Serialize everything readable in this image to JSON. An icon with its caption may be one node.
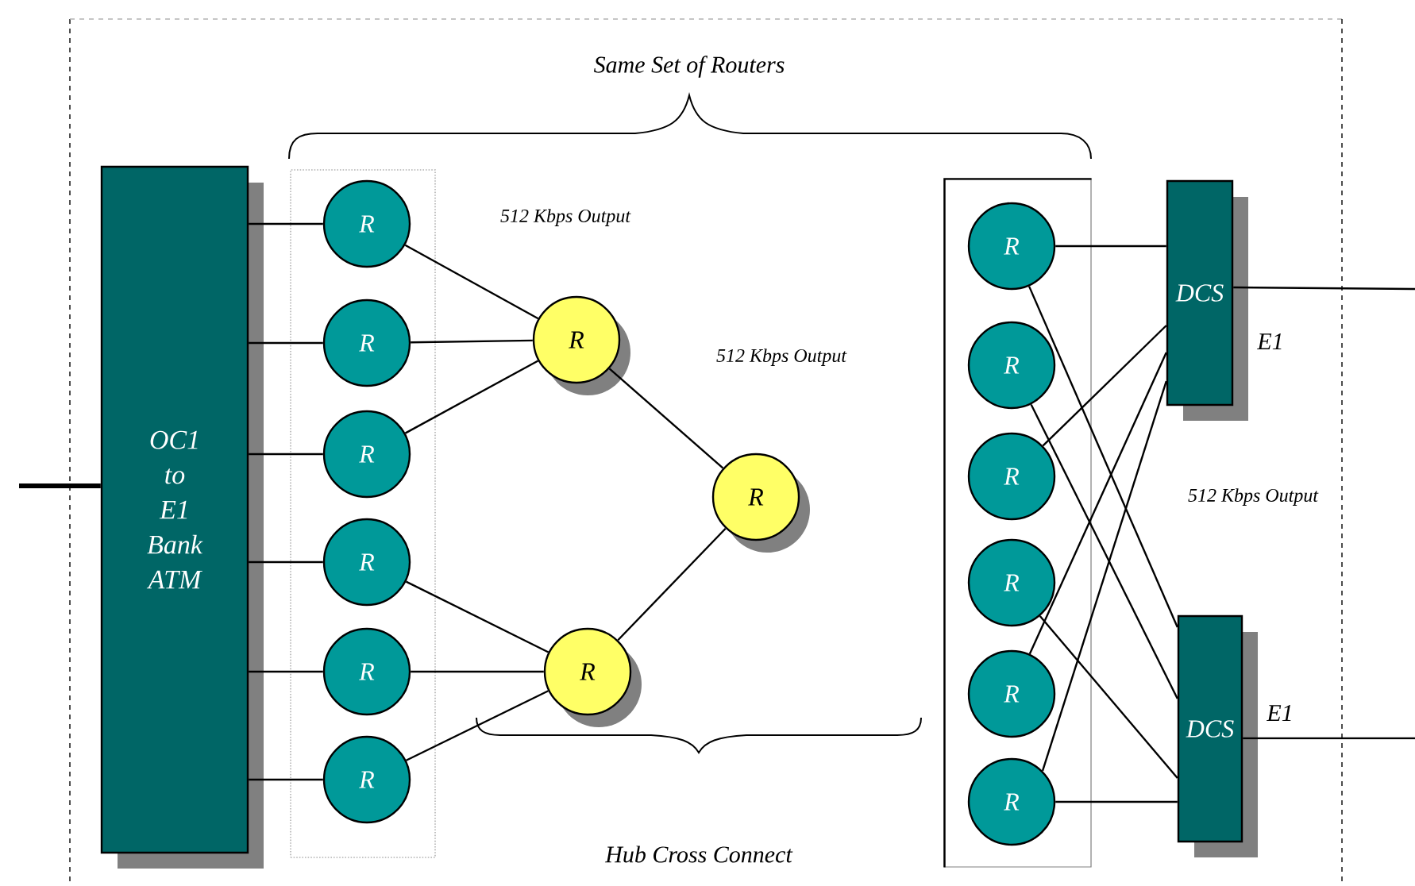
{
  "diagram": {
    "nodes": [
      {
        "text": [
          "OC1 to E1 Bank ATM"
        ]
      },
      {
        "text": [],
        "shape": "box"
      },
      {
        "text": [
          "R"
        ],
        "in": 1
      },
      {
        "text": [
          "R"
        ],
        "in": 1
      },
      {
        "text": [
          "R"
        ],
        "in": 1
      },
      {
        "text": [
          "R"
        ],
        "in": 1
      },
      {
        "text": [
          "R"
        ],
        "in": 1
      },
      {
        "text": [
          "R"
        ],
        "in": 1
      },
      {
        "text": [
          "R"
        ]
      },
      {
        "text": [
          "R"
        ]
      },
      {
        "text": [
          "R"
        ]
      },
      {
        "text": [],
        "shape": "box"
      },
      {
        "text": [
          "R"
        ],
        "in": 11
      },
      {
        "text": [
          "R"
        ],
        "in": 11
      },
      {
        "text": [
          "R"
        ],
        "in": 11
      },
      {
        "text": [
          "R"
        ],
        "in": 11
      },
      {
        "text": [
          "R"
        ],
        "in": 11
      },
      {
        "text": [
          "R"
        ],
        "in": 11
      },
      {
        "text": [
          "DCS"
        ],
        "beside": [
          "E1"
        ]
      },
      {
        "text": [
          "DCS"
        ],
        "beside": [
          "E1"
        ]
      }
    ],
    "edges": [
      {
        "from": null,
        "to": 0,
        "arrow": "none",
        "style": "thick"
      },
      {
        "from": 0,
        "to": 2,
        "arrow": "none"
      },
      {
        "from": 0,
        "to": 3,
        "arrow": "none"
      },
      {
        "from": 0,
        "to": 4,
        "arrow": "none"
      },
      {
        "from": 0,
        "to": 5,
        "arrow": "none"
      },
      {
        "from": 0,
        "to": 6,
        "arrow": "none"
      },
      {
        "from": 0,
        "to": 7,
        "arrow": "none"
      },
      {
        "from": 2,
        "to": 8,
        "arrow": "none"
      },
      {
        "from": 3,
        "to": 8,
        "arrow": "none"
      },
      {
        "from": 4,
        "to": 8,
        "arrow": "none"
      },
      {
        "from": 5,
        "to": 10,
        "arrow": "none"
      },
      {
        "from": 6,
        "to": 10,
        "arrow": "none"
      },
      {
        "from": 7,
        "to": 10,
        "arrow": "none"
      },
      {
        "from": 8,
        "to": 9,
        "arrow": "none"
      },
      {
        "from": 10,
        "to": 9,
        "arrow": "none"
      },
      {
        "from": 12,
        "to": 18,
        "arrow": "none"
      },
      {
        "from": 12,
        "to": 19,
        "arrow": "none"
      },
      {
        "from": 13,
        "to": 19,
        "arrow": "none"
      },
      {
        "from": 14,
        "to": 18,
        "arrow": "none"
      },
      {
        "from": 15,
        "to": 19,
        "arrow": "none"
      },
      {
        "from": 16,
        "to": 18,
        "arrow": "none"
      },
      {
        "from": 17,
        "to": 18,
        "arrow": "none"
      },
      {
        "from": 17,
        "to": 19,
        "arrow": "none"
      },
      {
        "from": 18,
        "to": null,
        "arrow": "none"
      },
      {
        "from": 19,
        "to": null,
        "arrow": "none"
      }
    ],
    "labels": [
      "Same Set of Routers",
      "512 Kbps Output",
      "512 Kbps Output",
      "512 Kbps Output",
      "Hub Cross Connect"
    ]
  }
}
